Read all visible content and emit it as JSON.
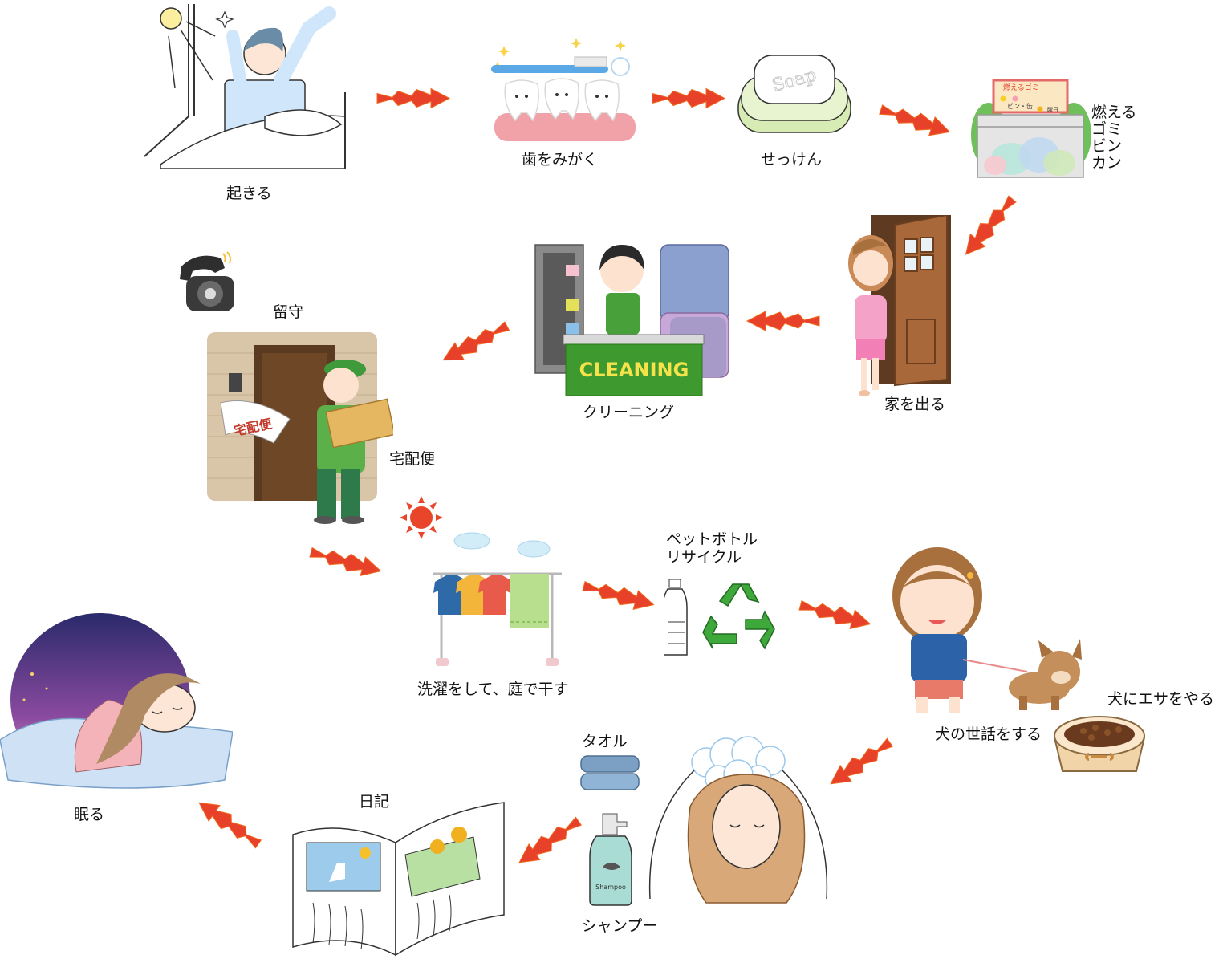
{
  "colors": {
    "arrow": "#e8412a",
    "arrow_tip": "#f06a1e"
  },
  "labels": {
    "wake": "起きる",
    "brush": "歯をみがく",
    "soap": "せっけん",
    "garbage": "燃える\nゴミ\nビン\nカン",
    "leave": "家を出る",
    "cleaning": "クリーニング",
    "absent": "留守",
    "delivery": "宅配便",
    "laundry": "洗濯をして、庭で干す",
    "recycle": "ペットボトル\nリサイクル",
    "dog": "犬の世話をする",
    "feed": "犬にエサをやる",
    "towel": "タオル",
    "shampoo_label": "シャンプー",
    "diary": "日記",
    "sleep": "眠る"
  },
  "sign_text": {
    "soap": "Soap",
    "cleaning": "CLEANING",
    "garbage_sign": "燃えるゴミ",
    "garbage_sign_line2": "ビン・缶",
    "garbage_day": "曜日",
    "bottle": "Shampoo",
    "parcel": "宅配便"
  }
}
